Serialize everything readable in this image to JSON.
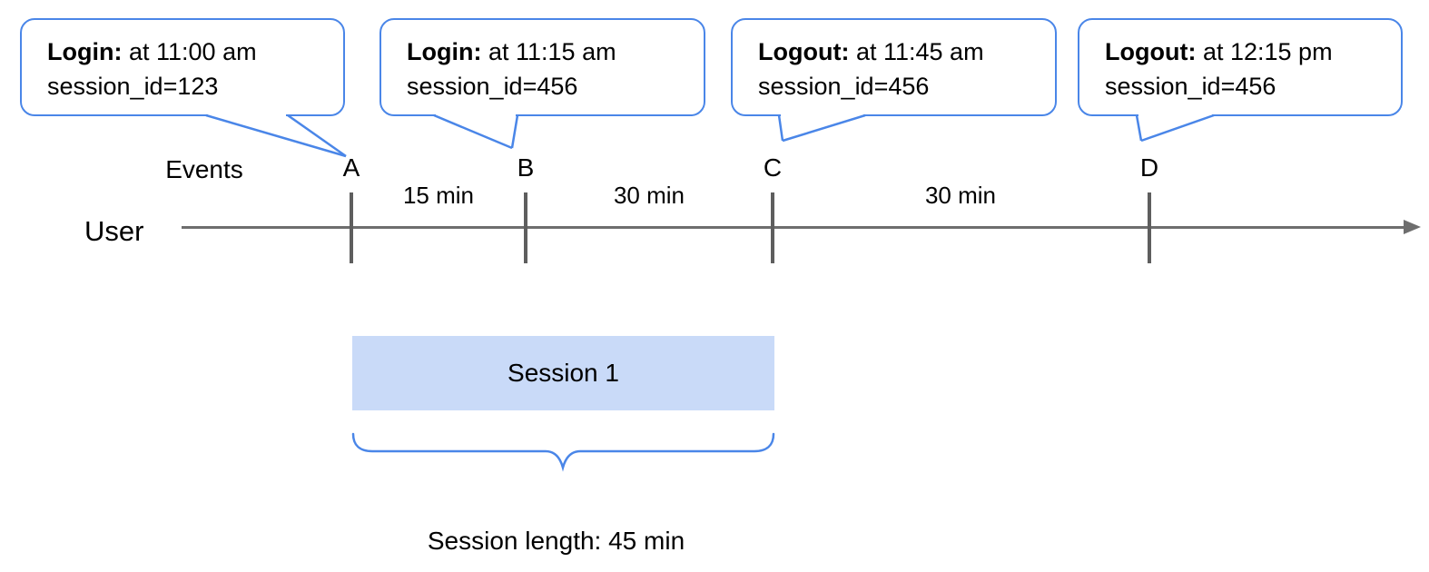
{
  "diagram": {
    "events_label": "Events",
    "user_label": "User",
    "callouts": [
      {
        "event": "A",
        "title": "Login:",
        "time": "at 11:00 am",
        "session": "session_id=123"
      },
      {
        "event": "B",
        "title": "Login:",
        "time": "at 11:15 am",
        "session": "session_id=456"
      },
      {
        "event": "C",
        "title": "Logout:",
        "time": "at 11:45 am",
        "session": "session_id=456"
      },
      {
        "event": "D",
        "title": "Logout:",
        "time": "at 12:15 pm",
        "session": "session_id=456"
      }
    ],
    "ticks": [
      "A",
      "B",
      "C",
      "D"
    ],
    "intervals": [
      "15 min",
      "30 min",
      "30 min"
    ],
    "session": {
      "label": "Session 1",
      "length_label": "Session length: 45 min"
    },
    "colors": {
      "bubble_border": "#4a86e8",
      "brace": "#4a86e8",
      "session_fill": "#c9daf8",
      "line": "#6e6e6e",
      "tick": "#5e5e5e"
    }
  }
}
